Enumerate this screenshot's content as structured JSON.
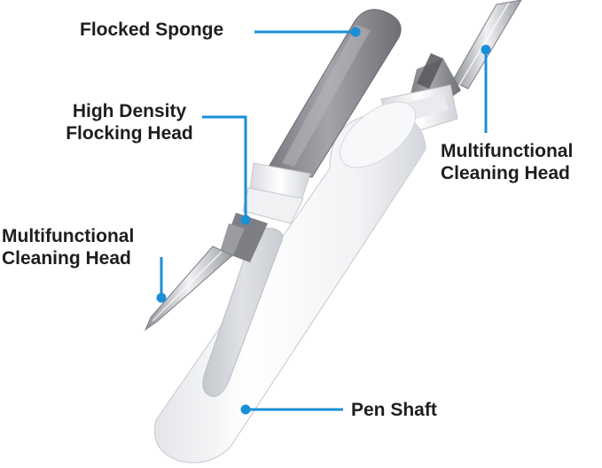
{
  "labels": {
    "flocked_sponge": "Flocked Sponge",
    "high_density": {
      "line1": "High Density",
      "line2": "Flocking Head"
    },
    "left_head": {
      "line1": "Multifunctional",
      "line2": "Cleaning Head"
    },
    "right_head": {
      "line1": "Multifunctional",
      "line2": "Cleaning Head"
    },
    "pen_shaft": "Pen Shaft"
  },
  "colors": {
    "leader": "#1a8fd6",
    "text": "#1e1e1e",
    "shaft": "#f4f5f7",
    "sponge": "#8e8f94",
    "metal": "#c9ccd1"
  }
}
